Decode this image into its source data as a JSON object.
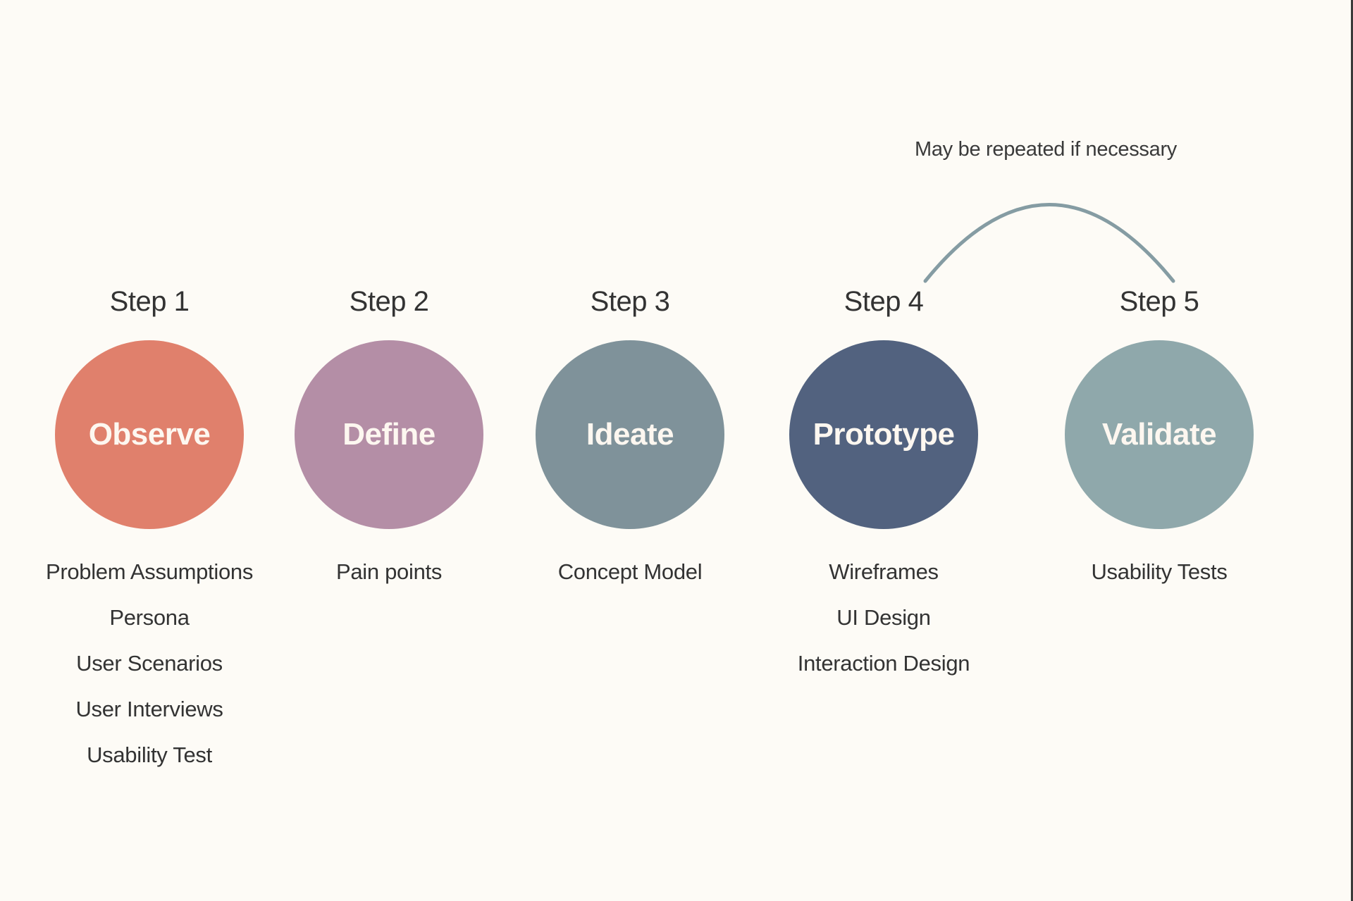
{
  "note": "May be repeated if necessary",
  "arc": {
    "color": "#859ca3",
    "from_step": 4,
    "to_step": 5
  },
  "steps": [
    {
      "title": "Step 1",
      "label": "Observe",
      "color": "#e0806c",
      "items": [
        "Problem Assumptions",
        "Persona",
        "User Scenarios",
        "User Interviews",
        "Usability Test"
      ]
    },
    {
      "title": "Step 2",
      "label": "Define",
      "color": "#b48ea6",
      "items": [
        "Pain points"
      ]
    },
    {
      "title": "Step 3",
      "label": "Ideate",
      "color": "#7f929a",
      "items": [
        "Concept Model"
      ]
    },
    {
      "title": "Step 4",
      "label": "Prototype",
      "color": "#52627f",
      "items": [
        "Wireframes",
        "UI Design",
        "Interaction Design"
      ]
    },
    {
      "title": "Step 5",
      "label": "Validate",
      "color": "#8fa8ab",
      "items": [
        "Usability Tests"
      ]
    }
  ]
}
